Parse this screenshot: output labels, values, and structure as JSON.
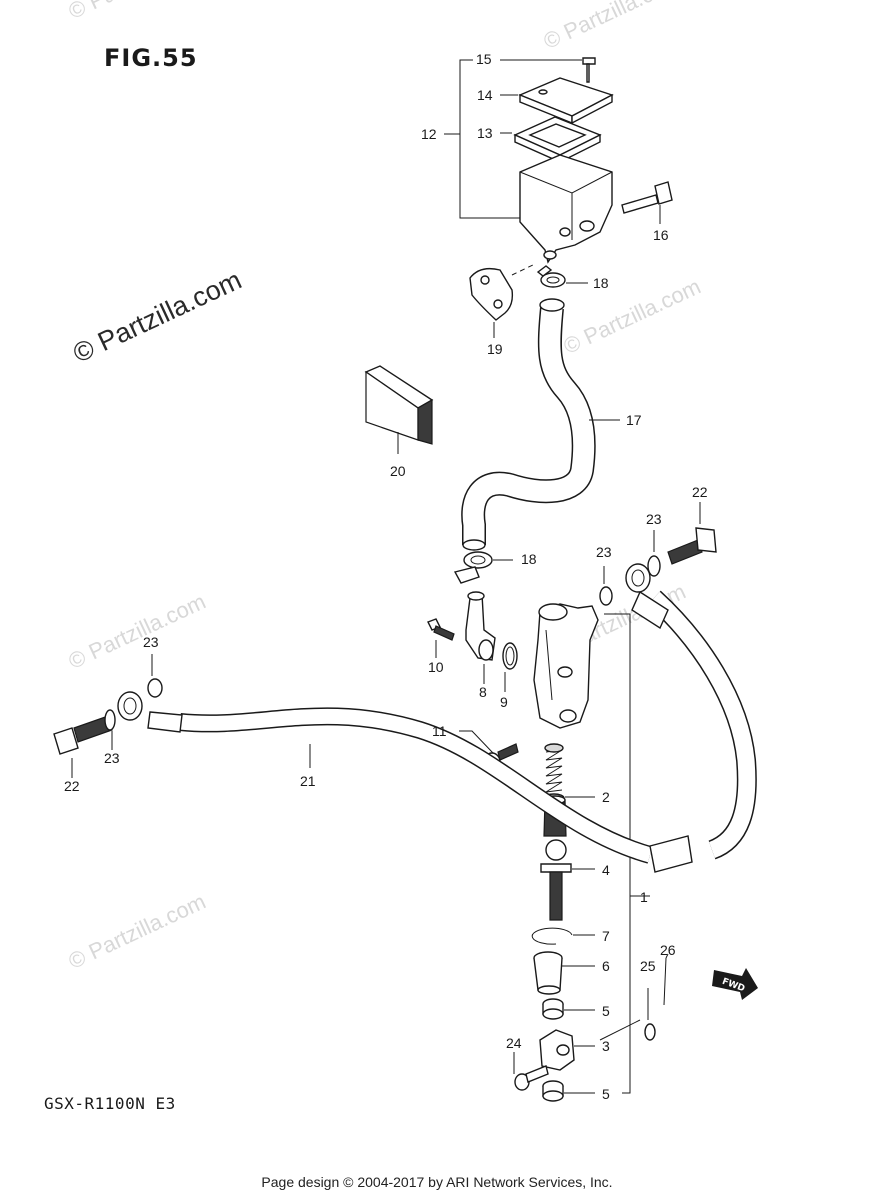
{
  "figure": {
    "title": "FIG.55",
    "model": "GSX-R1100N E3"
  },
  "watermarks": {
    "main": "© Partzilla.com",
    "faint": "© Partzilla.com"
  },
  "fwd_badge": "FWD",
  "footer": "Page design © 2004-2017 by ARI Network Services, Inc.",
  "callouts": {
    "p1": "1",
    "p2": "2",
    "p3": "3",
    "p4": "4",
    "p5a": "5",
    "p5b": "5",
    "p6": "6",
    "p7": "7",
    "p8": "8",
    "p9": "9",
    "p10": "10",
    "p11": "11",
    "p12": "12",
    "p13": "13",
    "p14": "14",
    "p15": "15",
    "p16": "16",
    "p17": "17",
    "p18a": "18",
    "p18b": "18",
    "p19": "19",
    "p20": "20",
    "p21": "21",
    "p22a": "22",
    "p22b": "22",
    "p23a": "23",
    "p23b": "23",
    "p23c": "23",
    "p23d": "23",
    "p24": "24",
    "p25": "25",
    "p26": "26"
  }
}
